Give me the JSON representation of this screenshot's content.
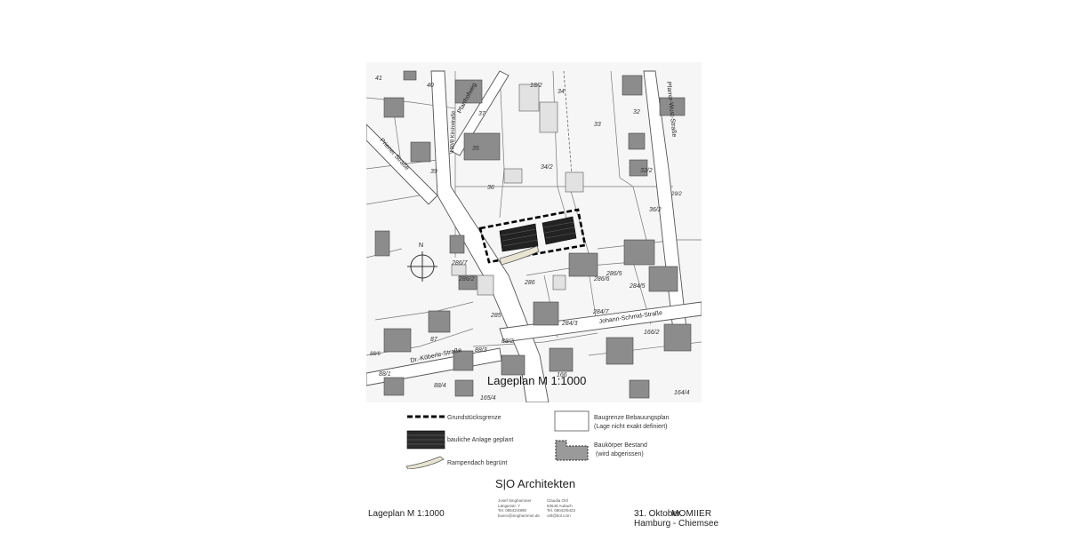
{
  "map": {
    "title": "Lageplan M 1:1000",
    "north_label": "N",
    "streets": {
      "pfarrhofweg": "Pfarrhofweg",
      "kirchstrasse": "130/8 Kirchstraße",
      "prienerstrasse": "Priener Straße",
      "pfarrerwust": "Pfarrer-Wust-Straße",
      "johannschmid": "Johann-Schmid-Straße",
      "drkoeberle": "Dr.-Köberle-Straße"
    },
    "parcels": {
      "p41": "41",
      "p40": "40",
      "p37": "37",
      "p182": "18/2",
      "p34": "34",
      "p33": "33",
      "p32": "32",
      "p35": "35",
      "p39": "39",
      "p342": "34/2",
      "p322": "32/2",
      "p36": "36",
      "p362": "36/2",
      "p292": "29/2",
      "p2867": "286/7",
      "p2862": "286/2",
      "p286": "286",
      "p2866": "286/6",
      "p2865": "286/5",
      "p2845": "284/5",
      "p2847": "284/7",
      "p2843": "284/3",
      "p285": "285",
      "p1662": "166/2",
      "p166": "166",
      "p87": "87",
      "p886": "88/6",
      "p882": "88/2",
      "p883": "88/3",
      "p881": "88/1",
      "p884": "88/4",
      "p1654": "165/4",
      "p1644": "164/4"
    }
  },
  "legend": {
    "boundary": "Grundstücksgrenze",
    "planned": "bauliche Anlage geplant",
    "ramp": "Rampendach begrünt",
    "buildline_1": "Baugrenze Bebauungsplan",
    "buildline_2": "(Lage nicht exakt definiert)",
    "existing_1": "Baukörper Bestand",
    "existing_2": "(wird abgerissen)"
  },
  "firm": {
    "name": "S|O Architekten",
    "person1": [
      "Josef Singhammer",
      "Längenstr. 7",
      "Tel. 08642/4890",
      "buero@singhammer.de"
    ],
    "person2": [
      "Claudia Ortl",
      "83646 Aubach",
      "Tel. 08042/9423",
      "ortl@bol.com"
    ]
  },
  "footer": {
    "plan_label": "Lageplan M 1:1000",
    "date": "31. Oktober",
    "project": "MOMIIER",
    "place": "Hamburg - Chiemsee"
  },
  "colors": {
    "building": "#8c8c8c",
    "line": "#555555",
    "boundary": "#000000",
    "ramp": "#e8e4d2"
  }
}
